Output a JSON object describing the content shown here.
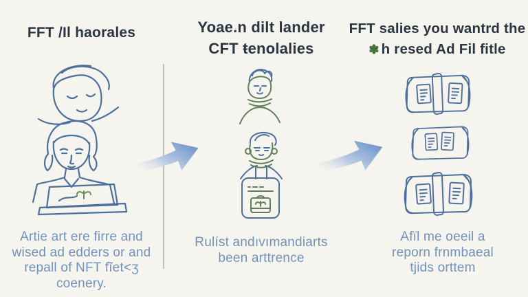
{
  "colors": {
    "background": "#f6f4ee",
    "heading": "#2b3642",
    "caption": "#7291bb",
    "sketch_blue": "#4d6f9b",
    "sketch_green": "#5f7f58",
    "sprout_green": "#5e9153",
    "arrow_strong": "#6a92c8",
    "arrow_mid": "#b9cbe4",
    "divider": "#b4b8a1",
    "flower": "#47703c"
  },
  "panels": [
    {
      "heading_lines": [
        "FFT /Il haorales"
      ],
      "caption_lines": [
        "Artie art ere firre and",
        "wised ad edders or and",
        "repall of NFT fĩet<ʒ",
        "coenery."
      ]
    },
    {
      "heading_lines": [
        "Yoae.n dilt lander",
        "CFT ŧenolalies"
      ],
      "caption_lines": [
        "Rulíst andıvımandiarts",
        "been arttrence"
      ]
    },
    {
      "heading_lines": [
        "FFT salies you wantrd the",
        "h resed Ad Fil fitle"
      ],
      "heading_icon": "✽",
      "caption_lines": [
        "Afïl me oeeil a",
        "reporn frnmbaeal",
        "tjids orttem"
      ]
    }
  ]
}
